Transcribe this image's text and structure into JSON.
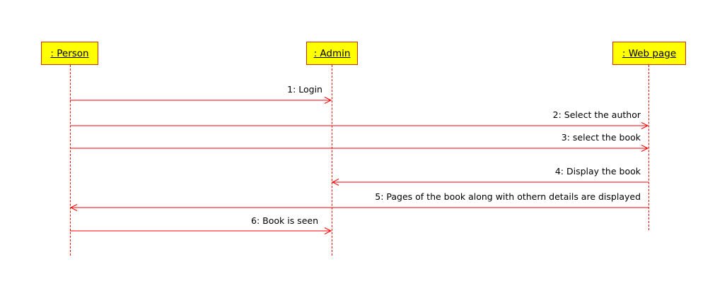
{
  "actors": {
    "person": ": Person",
    "admin": ": Admin",
    "webpage": ": Web page"
  },
  "messages": [
    {
      "label": "1: Login",
      "from": "person",
      "to": "admin"
    },
    {
      "label": "2: Select the author",
      "from": "person",
      "to": "webpage"
    },
    {
      "label": "3: select the book",
      "from": "person",
      "to": "webpage"
    },
    {
      "label": "4: Display the book",
      "from": "webpage",
      "to": "admin"
    },
    {
      "label": "5: Pages of the book along with othern details are displayed",
      "from": "webpage",
      "to": "person"
    },
    {
      "label": "6: Book is seen",
      "from": "person",
      "to": "admin"
    }
  ],
  "colors": {
    "actor_fill": "#ffff00",
    "actor_border": "#cc3300",
    "line": "#ff0000"
  }
}
